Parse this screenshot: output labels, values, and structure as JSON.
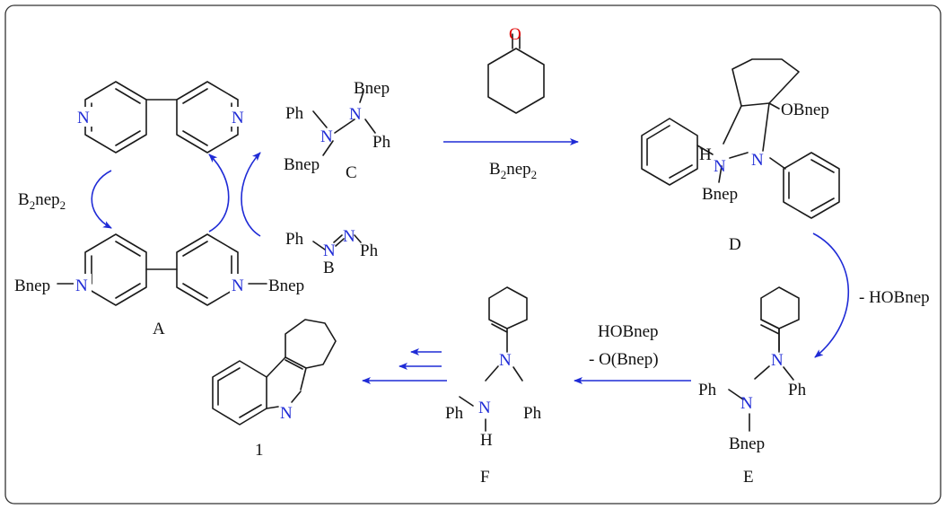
{
  "atoms": {
    "nitrogen": "N",
    "oxygen": "O",
    "hydrogen": "H",
    "phenyl": "Ph",
    "bnep": "Bnep",
    "obnep": "OBnep"
  },
  "compounds": {
    "A": "A",
    "B": "B",
    "C": "C",
    "D": "D",
    "E": "E",
    "F": "F",
    "product": "1"
  },
  "reagents": {
    "b2nep2_left": "B2nep2",
    "b2nep2_top": "B2nep2",
    "elimination": "- HOBnep",
    "hobnep": "HOBnep",
    "o_bnep": "- O(Bnep)"
  },
  "colors": {
    "arrow": "#1f2bd6",
    "nitrogen": "#1f2bd6",
    "oxygen": "#e00000",
    "frame": "#333333"
  }
}
